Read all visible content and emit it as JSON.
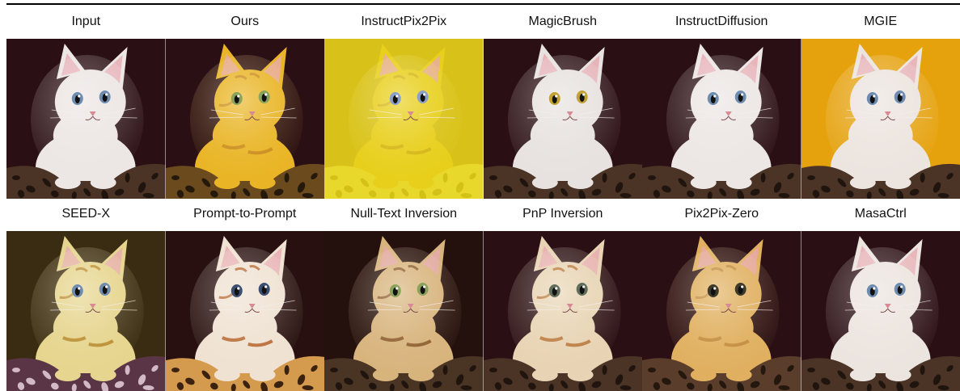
{
  "figure": {
    "rows": [
      {
        "labels": [
          "Input",
          "Ours",
          "InstructPix2Pix",
          "MagicBrush",
          "InstructDiffusion",
          "MGIE"
        ],
        "images": [
          {
            "method": "Input",
            "background": "#2a0f14",
            "fur": "#ece6e4",
            "stripe": "none",
            "blanket": "#4b3426",
            "blanket_spots": "#1c120c",
            "eye": "#6e8cb0"
          },
          {
            "method": "Ours",
            "background": "#2a0f14",
            "fur": "#e9b526",
            "stripe": "#c98a1a",
            "blanket": "#6b4a1e",
            "blanket_spots": "#1d140a",
            "eye": "#8aa25a"
          },
          {
            "method": "InstructPix2Pix",
            "background": "#d8c21a",
            "fur": "#e8cf1c",
            "stripe": "#d5b415",
            "blanket": "#e9d82c",
            "blanket_spots": "#d2bf16",
            "eye": "#8aa0c8"
          },
          {
            "method": "MagicBrush",
            "background": "#2a0f14",
            "fur": "#e7e2df",
            "stripe": "none",
            "blanket": "#4b3426",
            "blanket_spots": "#1c120c",
            "eye": "#c2a233"
          },
          {
            "method": "InstructDiffusion",
            "background": "#2a0f14",
            "fur": "#ece6e4",
            "stripe": "none",
            "blanket": "#4b3426",
            "blanket_spots": "#1c120c",
            "eye": "#6e8cb0"
          },
          {
            "method": "MGIE",
            "background": "#e6a20c",
            "fur": "#ece4df",
            "stripe": "none",
            "blanket": "#4b3426",
            "blanket_spots": "#1c120c",
            "eye": "#6e8cb0"
          }
        ]
      },
      {
        "labels": [
          "SEED-X",
          "Prompt-to-Prompt",
          "Null-Text Inversion",
          "PnP Inversion",
          "Pix2Pix-Zero",
          "MasaCtrl"
        ],
        "images": [
          {
            "method": "SEED-X",
            "background": "#3a2c12",
            "fur": "#e6d58e",
            "stripe": "#b88a2c",
            "blanket": "#5a3546",
            "blanket_spots": "#e0c8d4",
            "eye": "#6e8cb0"
          },
          {
            "method": "Prompt-to-Prompt",
            "background": "#27100f",
            "fur": "#efe2d2",
            "stripe": "#b8662e",
            "blanket": "#d49a4d",
            "blanket_spots": "#2a1608",
            "eye": "#3c4f70"
          },
          {
            "method": "Null-Text Inversion",
            "background": "#24100d",
            "fur": "#d8b47d",
            "stripe": "#8a5a2a",
            "blanket": "#4a3424",
            "blanket_spots": "#1c120c",
            "eye": "#8aa25a"
          },
          {
            "method": "PnP Inversion",
            "background": "#2a0f14",
            "fur": "#e8d4b4",
            "stripe": "#b9773a",
            "blanket": "#4b3426",
            "blanket_spots": "#1c120c",
            "eye": "#5f6d5a"
          },
          {
            "method": "Pix2Pix-Zero",
            "background": "#2a0f14",
            "fur": "#e0b060",
            "stripe": "#c28a3c",
            "blanket": "#5a3d2a",
            "blanket_spots": "#1e130c",
            "eye": "#3d3a2a"
          },
          {
            "method": "MasaCtrl",
            "background": "#2a0f14",
            "fur": "#ece4df",
            "stripe": "none",
            "blanket": "#4b3426",
            "blanket_spots": "#1c120c",
            "eye": "#6e8cb0"
          }
        ]
      }
    ]
  }
}
